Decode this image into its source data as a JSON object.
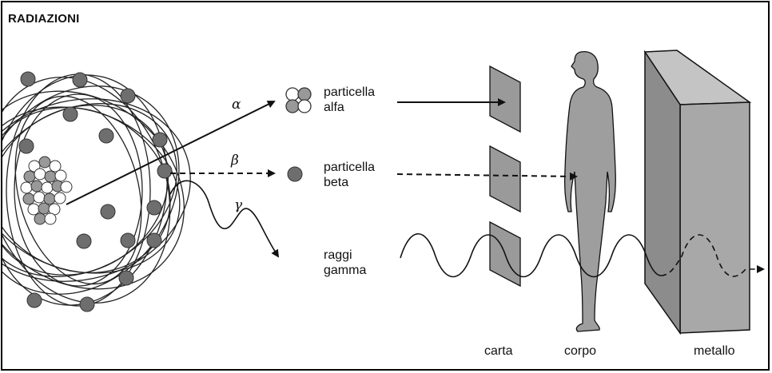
{
  "title": "RADIAZIONI",
  "radiations": {
    "alpha": {
      "symbol": "α",
      "line1": "particella",
      "line2": "alfa"
    },
    "beta": {
      "symbol": "β",
      "line1": "particella",
      "line2": "beta"
    },
    "gamma": {
      "symbol": "γ",
      "line1": "raggi",
      "line2": "gamma"
    }
  },
  "barriers": {
    "paper": "carta",
    "body": "corpo",
    "metal": "metallo"
  },
  "colors": {
    "ink": "#111111",
    "shade": "#9a9a9a",
    "dot": "#6e6e6e",
    "metal_front": "#a8a8a8",
    "metal_side": "#8c8c8c",
    "metal_top": "#c4c4c4"
  }
}
